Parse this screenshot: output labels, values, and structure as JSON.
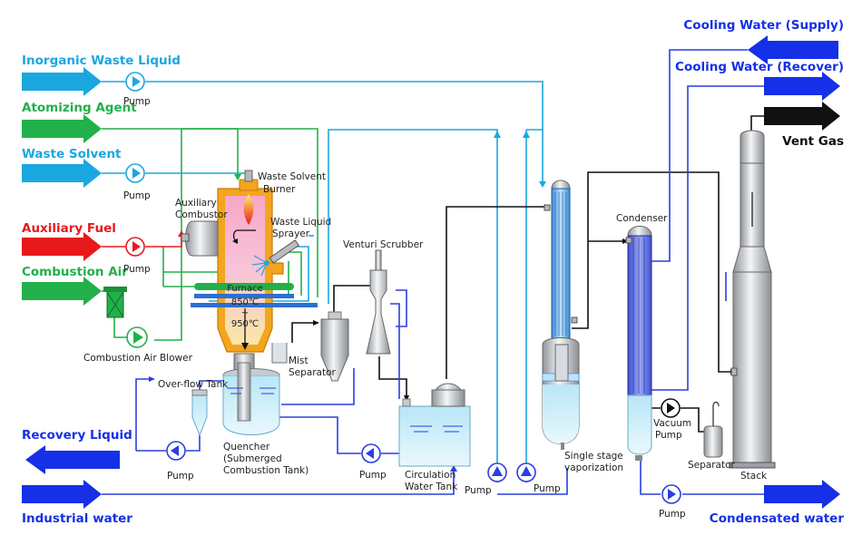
{
  "colors": {
    "light_blue": "#1aa7e0",
    "green": "#22b04a",
    "red": "#e8191c",
    "blue": "#1530e6",
    "black": "#111111",
    "pipe_blue": "#2a3fe0",
    "pipe_light": "#1aa7e0",
    "pipe_green": "#22b04a",
    "pipe_black": "#111111",
    "furnace_orange": "#f3a51e"
  },
  "streams": {
    "inorganic_waste_liquid": "Inorganic Waste Liquid",
    "atomizing_agent": "Atomizing Agent",
    "waste_solvent": "Waste Solvent",
    "auxiliary_fuel": "Auxiliary Fuel",
    "combustion_air": "Combustion Air",
    "recovery_liquid": "Recovery Liquid",
    "industrial_water": "Industrial water",
    "cooling_water_supply": "Cooling Water (Supply)",
    "cooling_water_recover": "Cooling Water (Recover)",
    "vent_gas": "Vent Gas",
    "condensated_water": "Condensated water"
  },
  "equipment": {
    "pump": "Pump",
    "waste_solvent_burner": [
      "Waste Solvent",
      "Burner"
    ],
    "auxiliary_combustor": [
      "Auxiliary",
      "Combustor"
    ],
    "waste_liquid_sprayer": [
      "Waste Liquid",
      "Sprayer"
    ],
    "furnace": "Furnace",
    "temp_high": "850℃",
    "temp_tilde": "~",
    "temp_low": "950℃",
    "combustion_air_blower": "Combustion Air Blower",
    "venturi_scrubber": "Venturi Scrubber",
    "mist_separator": [
      "Mist",
      "Separator"
    ],
    "overflow_tank": "Over-flow Tank",
    "quencher": [
      "Quencher",
      "(Submerged",
      "Combustion Tank)"
    ],
    "circulation_water_tank": [
      "Circulation",
      "Water Tank"
    ],
    "single_stage_vaporization": [
      "Single stage",
      "vaporization"
    ],
    "condenser": "Condenser",
    "vacuum_pump": [
      "Vacuum",
      "Pump"
    ],
    "separator": "Separator",
    "stack": "Stack"
  }
}
